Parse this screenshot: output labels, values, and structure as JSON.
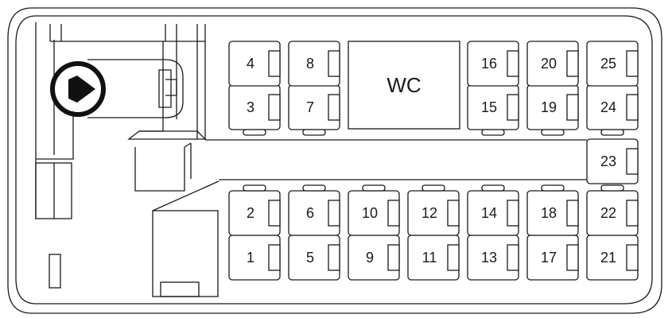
{
  "wc_label": "WC",
  "seats": [
    "1",
    "2",
    "3",
    "4",
    "5",
    "6",
    "7",
    "8",
    "9",
    "10",
    "11",
    "12",
    "13",
    "14",
    "15",
    "16",
    "17",
    "18",
    "19",
    "20",
    "21",
    "22",
    "23",
    "24",
    "25"
  ]
}
